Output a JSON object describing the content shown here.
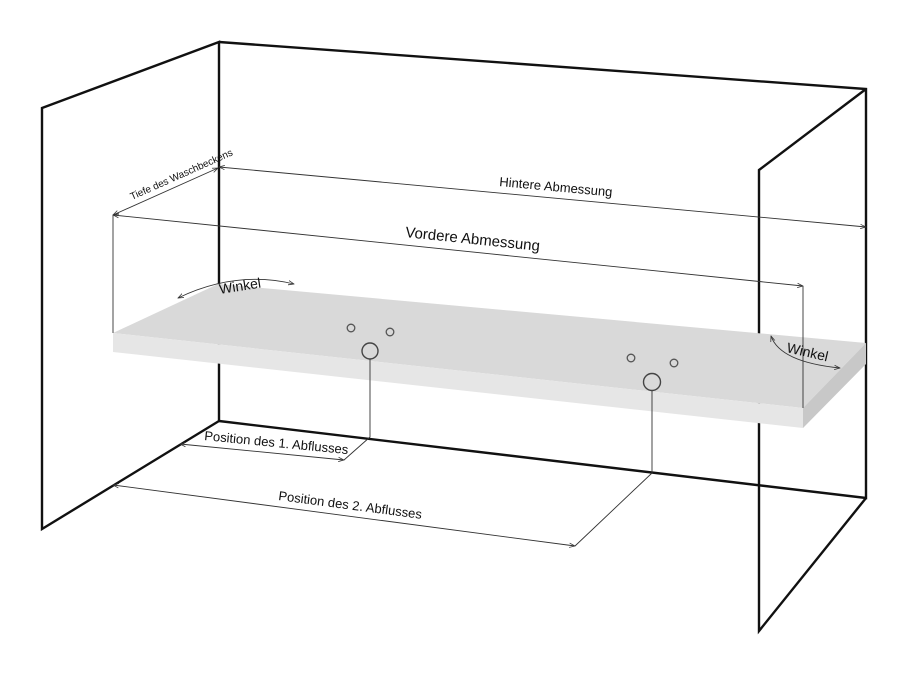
{
  "labels": {
    "depth": "Tiefe des Waschbeckens",
    "back_dimension": "Hintere Abmessung",
    "front_dimension": "Vordere Abmessung",
    "angle_left": "Winkel",
    "angle_right": "Winkel",
    "drain1_position": "Position des 1. Abflusses",
    "drain2_position": "Position des 2. Abflusses"
  },
  "colors": {
    "stroke": "#111111",
    "slab_top": "#d9d9d9",
    "slab_front": "#e6e6e6",
    "slab_side": "#c8c8c8",
    "background": "#ffffff"
  }
}
